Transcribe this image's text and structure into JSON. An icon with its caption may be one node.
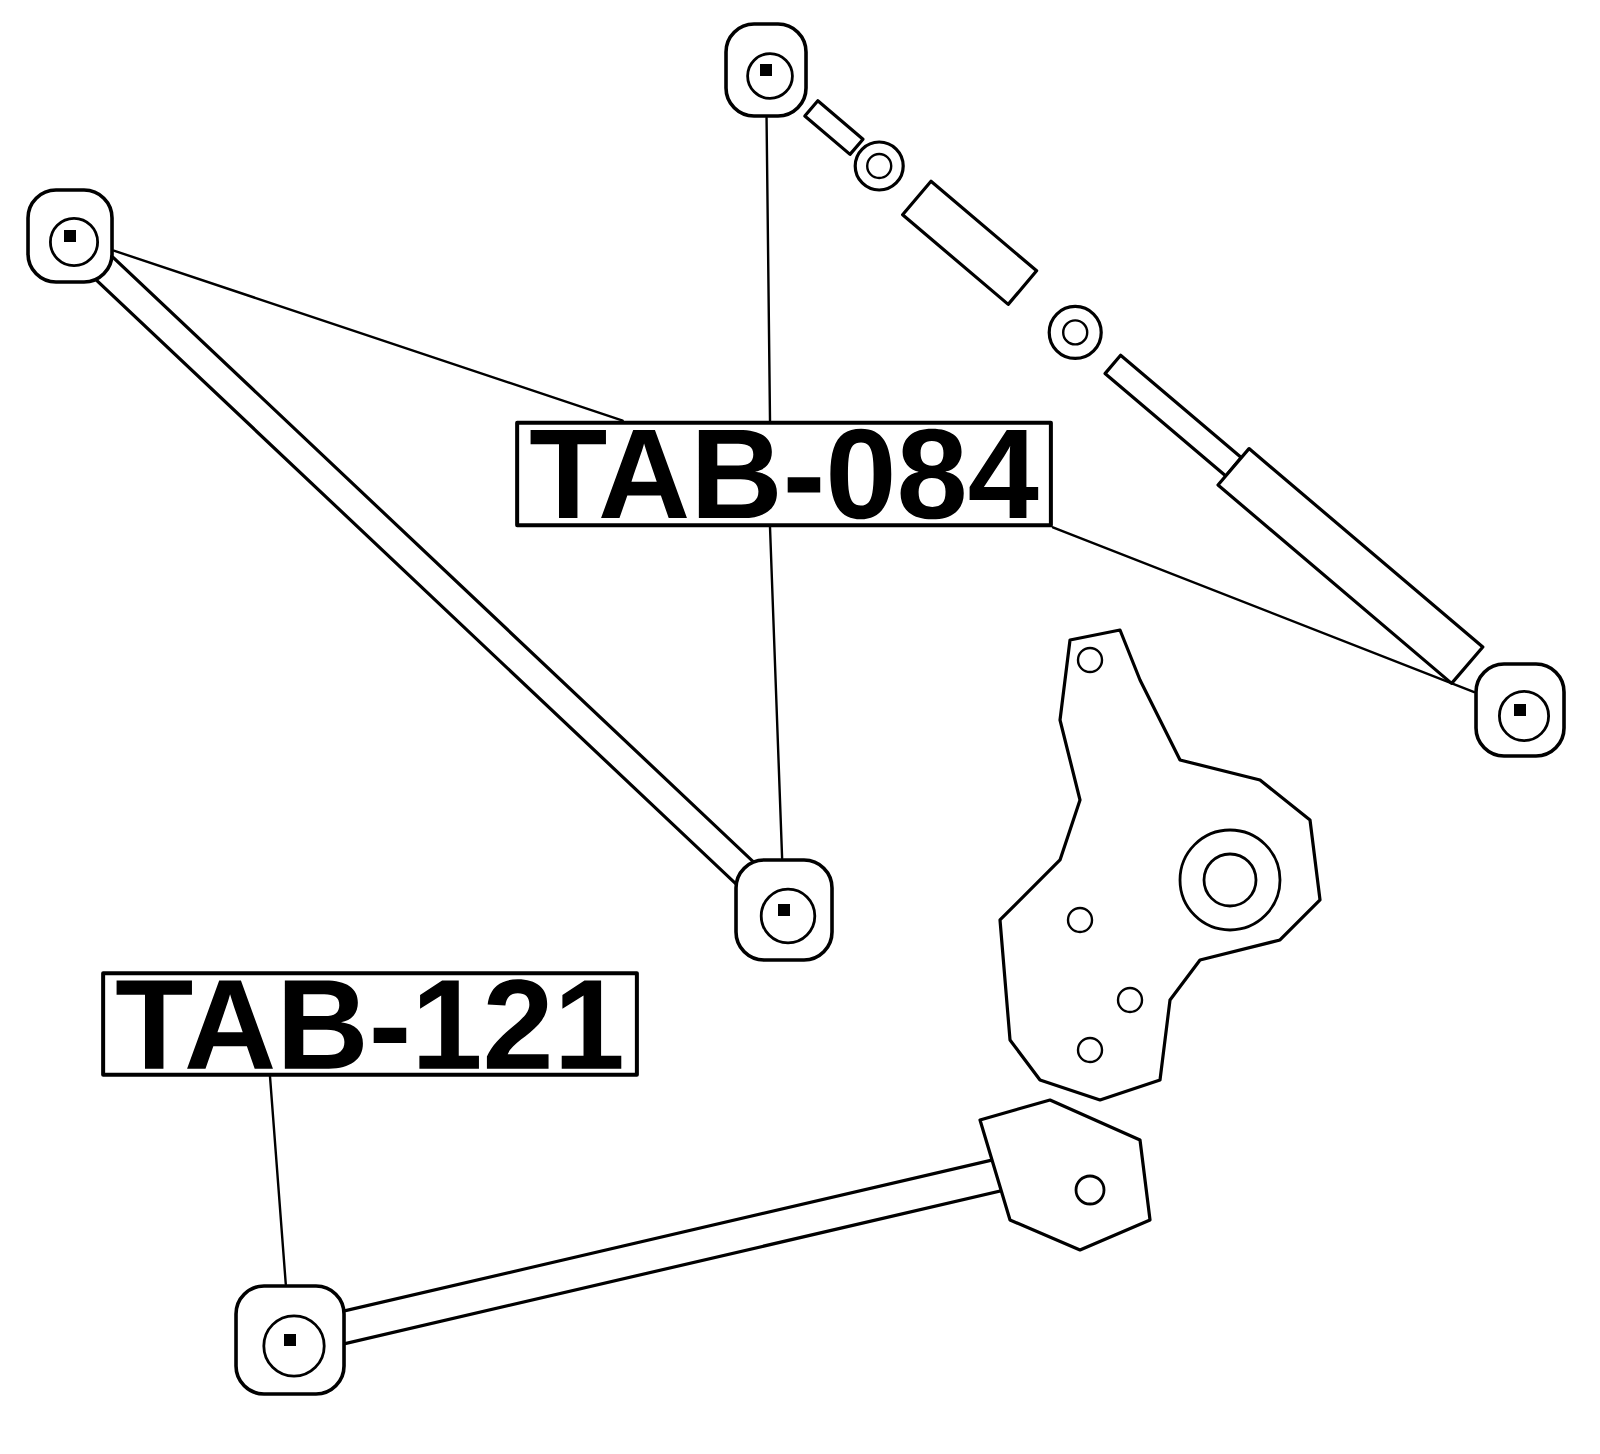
{
  "diagram": {
    "nodes": [
      {
        "text": [
          "TAB-084"
        ]
      },
      {
        "text": [
          "TAB-121"
        ]
      },
      {
        "text": [],
        "shape": "picture"
      },
      {
        "text": [],
        "shape": "picture"
      },
      {
        "text": [],
        "shape": "picture"
      },
      {
        "text": [],
        "shape": "picture"
      },
      {
        "text": [],
        "shape": "picture"
      }
    ],
    "edges": [
      {
        "from": 0,
        "to": 2,
        "arrow": "none"
      },
      {
        "from": 0,
        "to": 3,
        "arrow": "none"
      },
      {
        "from": 0,
        "to": 4,
        "arrow": "none"
      },
      {
        "from": 0,
        "to": 5,
        "arrow": "none"
      },
      {
        "from": 1,
        "to": 6,
        "arrow": "none"
      }
    ]
  }
}
